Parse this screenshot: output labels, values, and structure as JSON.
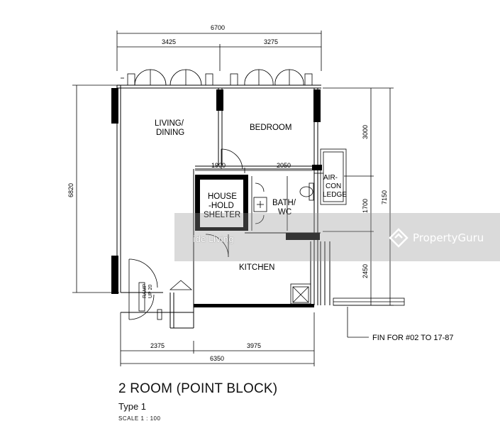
{
  "title": "2 ROOM (POINT BLOCK)",
  "subtitle": "Type 1",
  "scale": "SCALE  1 : 100",
  "rooms": {
    "living": [
      "LIVING/",
      "DINING"
    ],
    "bedroom": "BEDROOM",
    "shelter": [
      "HOUSE",
      "-HOLD",
      "SHELTER"
    ],
    "bath": [
      "BATH/",
      "WC"
    ],
    "aircon": [
      "AIR-",
      "CON",
      "LEDGE"
    ],
    "kitchen": "KITCHEN",
    "ramp": [
      "RAMP",
      "UP 20"
    ]
  },
  "dimensions": {
    "top_total": "6700",
    "top_left": "3425",
    "top_right": "3275",
    "mid_left": "1900",
    "mid_right": "2050",
    "left_total": "6820",
    "right_3000": "3000",
    "right_1700": "1700",
    "right_2450": "2450",
    "right_total": "7150",
    "bottom_left": "2375",
    "bottom_right": "3975",
    "bottom_total": "6350"
  },
  "note": "FIN FOR #02 TO 17-87",
  "watermark": {
    "brand": "PropertyGuru",
    "left_text": "ide Living"
  }
}
